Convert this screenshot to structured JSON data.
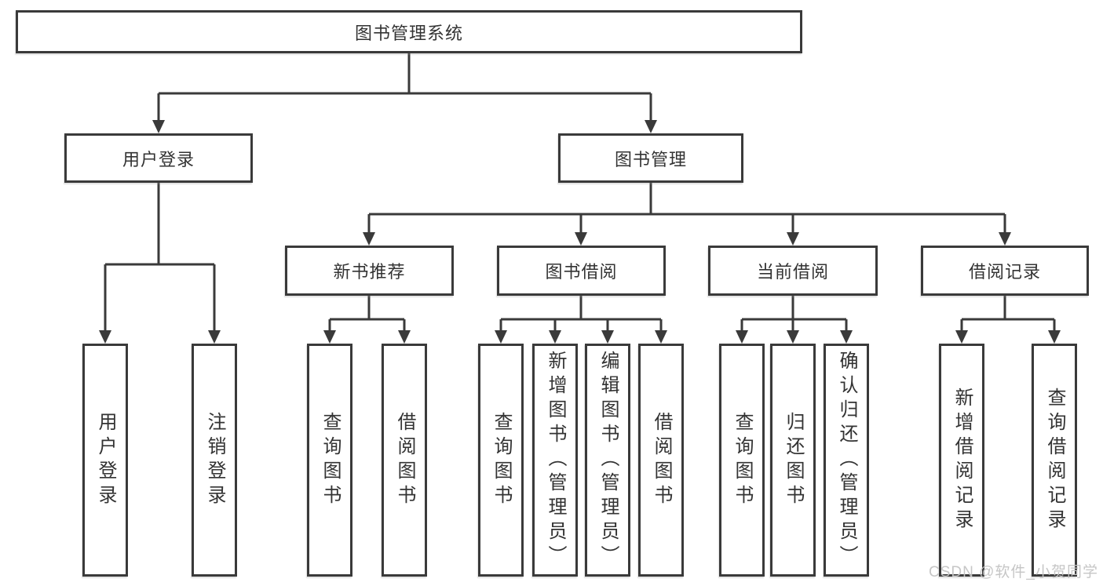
{
  "colors": {
    "line": "#3a3a3a",
    "text": "#333333",
    "background": "#ffffff",
    "watermark_text": "#c3c3c3"
  },
  "diagram": {
    "root": "图书管理系统",
    "user_branch": {
      "label": "用户登录",
      "children": [
        "用户登录",
        "注销登录"
      ]
    },
    "management_branch": {
      "label": "图书管理",
      "groups": [
        {
          "label": "新书推荐",
          "children": [
            "查询图书",
            "借阅图书"
          ]
        },
        {
          "label": "图书借阅",
          "children": [
            "查询图书",
            "新增图书（管理员）",
            "编辑图书（管理员）",
            "借阅图书"
          ]
        },
        {
          "label": "当前借阅",
          "children": [
            "查询图书",
            "归还图书",
            "确认归还（管理员）"
          ]
        },
        {
          "label": "借阅记录",
          "children": [
            "新增借阅记录",
            "查询借阅记录"
          ]
        }
      ]
    }
  },
  "watermark": "CSDN @软件_小贺同学"
}
